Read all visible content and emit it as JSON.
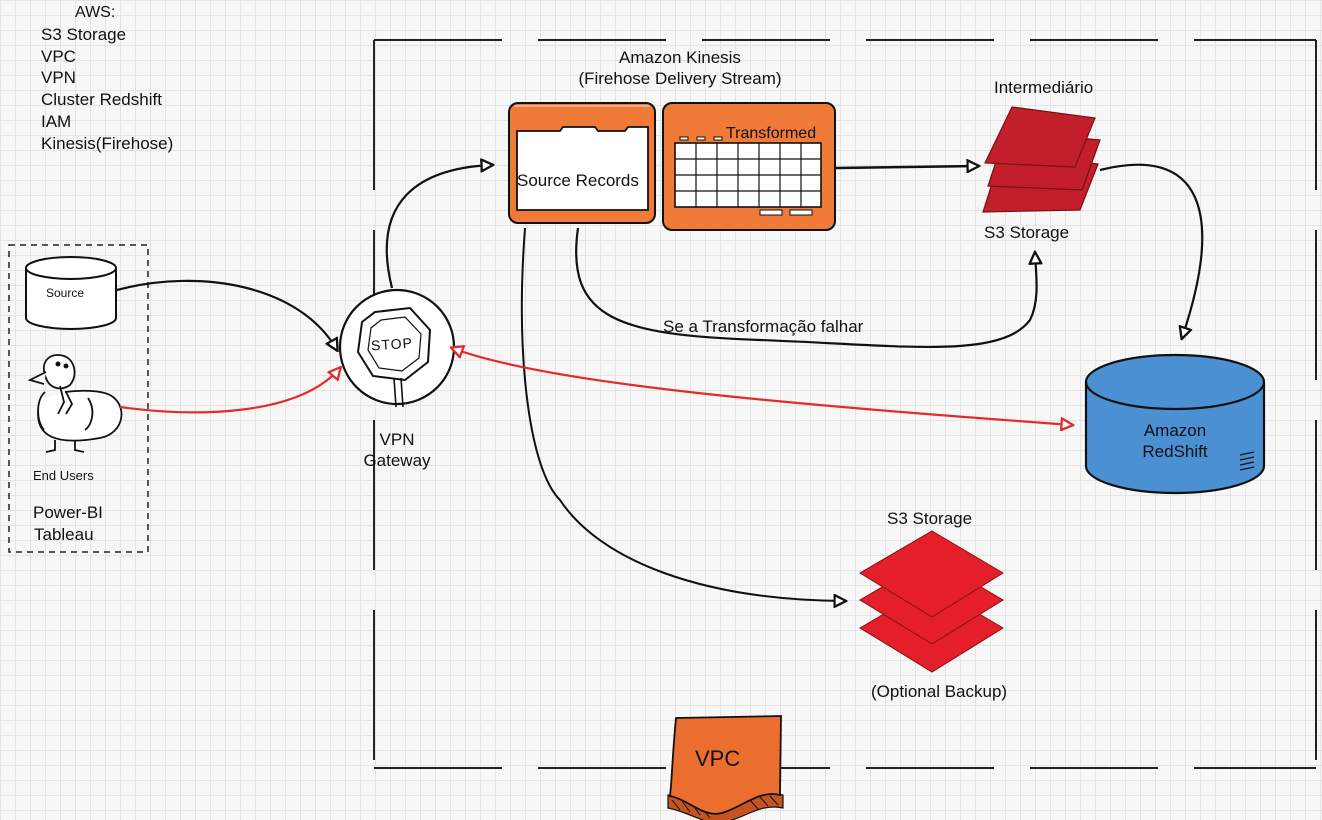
{
  "aws_list": {
    "title": "AWS:",
    "items": [
      "S3 Storage",
      "VPC",
      "VPN",
      "Cluster Redshift",
      "IAM",
      "Kinesis(Firehose)"
    ]
  },
  "clients": {
    "source_label": "Source",
    "end_users_label": "End Users",
    "tools": [
      "Power-BI",
      "Tableau"
    ]
  },
  "vpn_gateway": {
    "stop_text": "STOP",
    "label_line1": "VPN",
    "label_line2": "Gateway"
  },
  "kinesis": {
    "title_line1": "Amazon Kinesis",
    "title_line2": "(Firehose Delivery Stream)",
    "source_records_label": "Source Records",
    "transformed_label": "Transformed"
  },
  "intermediate_s3": {
    "title": "Intermediário",
    "label": "S3 Storage"
  },
  "failure_path_label": "Se a Transformação falhar",
  "redshift": {
    "label_line1": "Amazon",
    "label_line2": "RedShift"
  },
  "backup_s3": {
    "title": "S3 Storage",
    "label": "(Optional Backup)"
  },
  "vpc_label": "VPC",
  "colors": {
    "kinesis_orange": "#f07a37",
    "s3_dark_red": "#c21f2a",
    "s3_red": "#e41f2a",
    "redshift_blue": "#4a90d2",
    "user_arrow_red": "#e32b2b",
    "vpc_orange": "#ec6e2f"
  }
}
